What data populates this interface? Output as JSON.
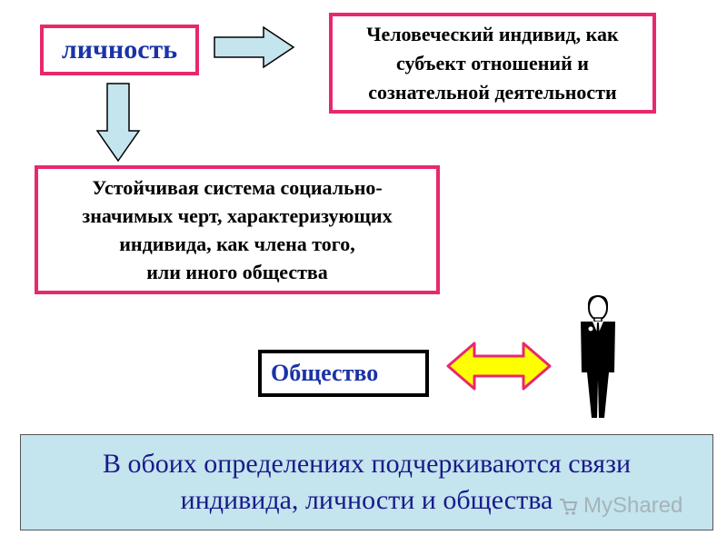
{
  "lichnost": {
    "label": "личность"
  },
  "definition_1": {
    "lines": [
      "Человеческий индивид, как",
      "субъект отношений и",
      "сознательной деятельности"
    ]
  },
  "definition_2": {
    "lines": [
      "Устойчивая система социально-",
      "значимых черт, характеризующих",
      "индивида, как члена того,",
      "или иного общества"
    ]
  },
  "obshchestvo": {
    "label": "Общество"
  },
  "conclusion": {
    "lines": [
      "В обоих определениях подчеркиваются связи",
      "индивида, личности и общества"
    ]
  },
  "watermark": {
    "text": "MyShared"
  },
  "colors": {
    "accent_border": "#e8286e",
    "title_blue": "#1a33a6",
    "arrow_fill": "#c4e4ee",
    "double_arrow_fill": "#ffff00",
    "double_arrow_border": "#e8286e",
    "conclusion_bg": "#c4e4ee"
  },
  "icons": [
    "right-arrow-icon",
    "down-arrow-icon",
    "double-arrow-icon",
    "businessman-icon"
  ]
}
